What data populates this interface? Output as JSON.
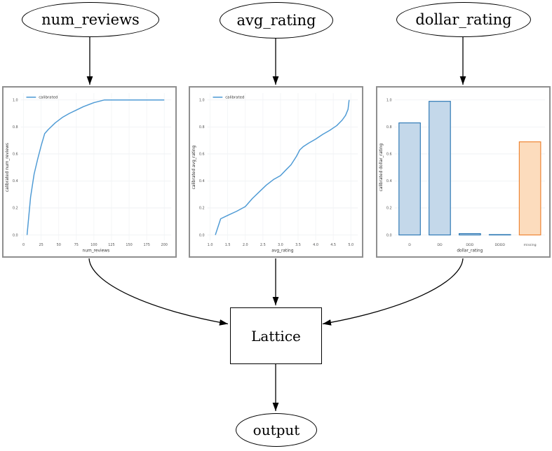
{
  "diagram": {
    "nodes": {
      "num_reviews": {
        "label": "num_reviews"
      },
      "avg_rating": {
        "label": "avg_rating"
      },
      "dollar_rating": {
        "label": "dollar_rating"
      },
      "lattice": {
        "label": "Lattice"
      },
      "output": {
        "label": "output"
      }
    },
    "colors": {
      "edge_stroke": "#000000",
      "panel_border": "#8f8f8f"
    }
  },
  "chart_data": [
    {
      "type": "line",
      "xlabel": "num_reviews",
      "ylabel": "calibrated num_reviews",
      "legend": "calibrated",
      "line_color": "#4f9bd5",
      "grid": true,
      "xlim": [
        0,
        200
      ],
      "ylim": [
        0.0,
        1.0
      ],
      "xticks": [
        "0",
        "25",
        "50",
        "75",
        "100",
        "125",
        "150",
        "175",
        "200"
      ],
      "yticks": [
        "0.0",
        "0.2",
        "0.4",
        "0.6",
        "0.8",
        "1.0"
      ],
      "x": [
        5,
        10,
        15,
        20,
        25,
        30,
        35,
        45,
        55,
        65,
        75,
        85,
        100,
        115,
        200
      ],
      "y": [
        0.0,
        0.28,
        0.45,
        0.56,
        0.66,
        0.75,
        0.78,
        0.83,
        0.87,
        0.9,
        0.925,
        0.95,
        0.98,
        1.0,
        1.0
      ]
    },
    {
      "type": "line",
      "xlabel": "avg_rating",
      "ylabel": "calibrated avg_rating",
      "legend": "calibrated",
      "line_color": "#4f9bd5",
      "grid": true,
      "xlim": [
        1.0,
        5.0
      ],
      "ylim": [
        0.0,
        1.0
      ],
      "xticks": [
        "1.0",
        "1.5",
        "2.0",
        "2.5",
        "3.0",
        "3.5",
        "4.0",
        "4.5",
        "5.0"
      ],
      "yticks": [
        "0.0",
        "0.2",
        "0.4",
        "0.6",
        "0.8",
        "1.0"
      ],
      "x": [
        1.15,
        1.3,
        1.5,
        1.75,
        2.0,
        2.2,
        2.4,
        2.6,
        2.8,
        3.0,
        3.15,
        3.3,
        3.45,
        3.55,
        3.65,
        3.8,
        4.0,
        4.2,
        4.4,
        4.6,
        4.75,
        4.85,
        4.92,
        4.95
      ],
      "y": [
        0.0,
        0.12,
        0.145,
        0.175,
        0.21,
        0.27,
        0.32,
        0.37,
        0.41,
        0.44,
        0.48,
        0.52,
        0.58,
        0.63,
        0.655,
        0.68,
        0.71,
        0.745,
        0.775,
        0.81,
        0.85,
        0.885,
        0.93,
        1.0
      ]
    },
    {
      "type": "bar",
      "xlabel": "dollar_rating",
      "ylabel": "calibrated dollar_rating",
      "grid": true,
      "ylim": [
        0.0,
        1.0
      ],
      "yticks": [
        "0.0",
        "0.2",
        "0.4",
        "0.6",
        "0.8",
        "1.0"
      ],
      "categories": [
        "D",
        "DD",
        "DDD",
        "DDDD",
        "missing"
      ],
      "values": [
        0.83,
        0.99,
        0.01,
        0.002,
        0.69
      ],
      "bar_fill": [
        "#c4d8ea",
        "#c4d8ea",
        "#c4d8ea",
        "#c4d8ea",
        "#fcdcbd"
      ],
      "bar_edge": [
        "#2e79b5",
        "#2e79b5",
        "#2e79b5",
        "#2e79b5",
        "#ee8432"
      ]
    }
  ]
}
